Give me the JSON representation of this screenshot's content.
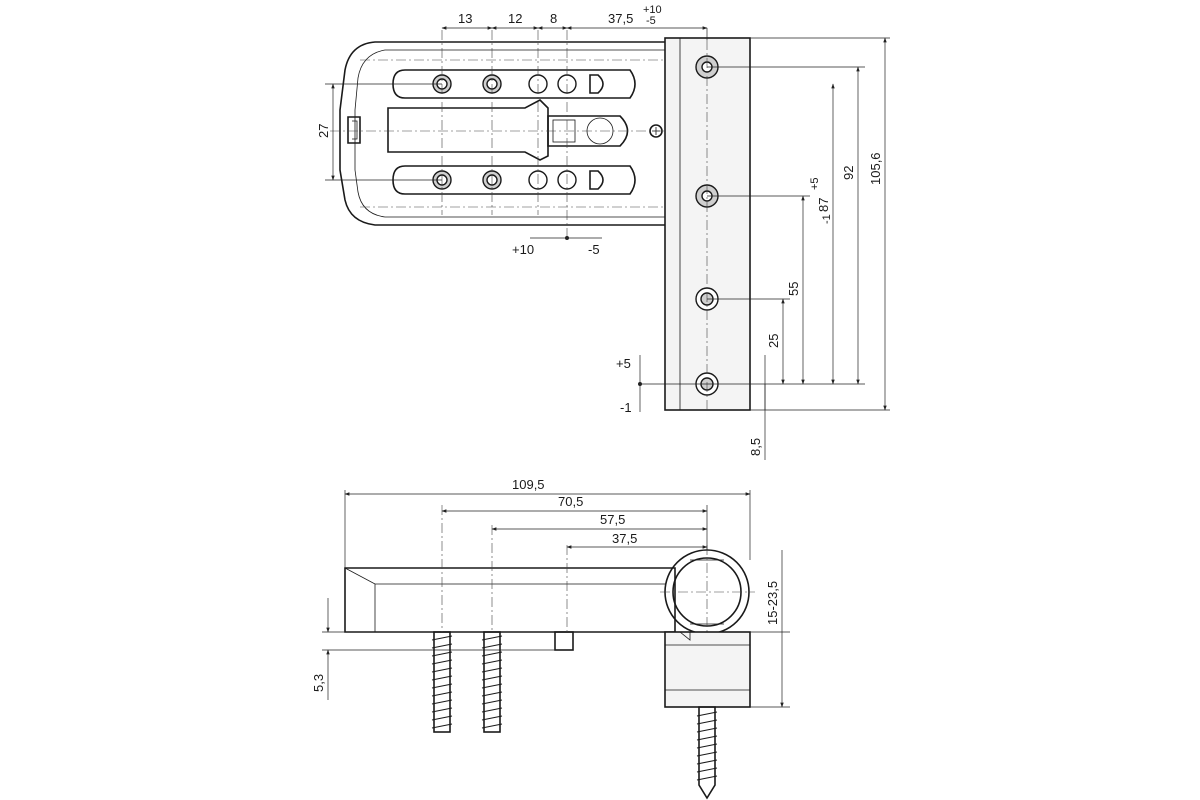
{
  "top_view": {
    "dims": {
      "d13": "13",
      "d12": "12",
      "d8": "8",
      "d37": "37,5",
      "d37_tol_plus": "+10",
      "d37_tol_minus": "-5",
      "d27": "27",
      "adj_plus": "+10",
      "adj_minus": "-5",
      "d92": "92",
      "d105": "105,6",
      "d87": "87",
      "d87_tol_plus": "+5",
      "d87_tol_minus": "-1",
      "d55": "55",
      "d25": "25",
      "v_plus": "+5",
      "v_minus": "-1",
      "d8_5": "8,5"
    }
  },
  "side_view": {
    "dims": {
      "d109": "109,5",
      "d70": "70,5",
      "d57": "57,5",
      "d37": "37,5",
      "d15_23": "15-23,5",
      "d5_3": "5,3"
    }
  }
}
